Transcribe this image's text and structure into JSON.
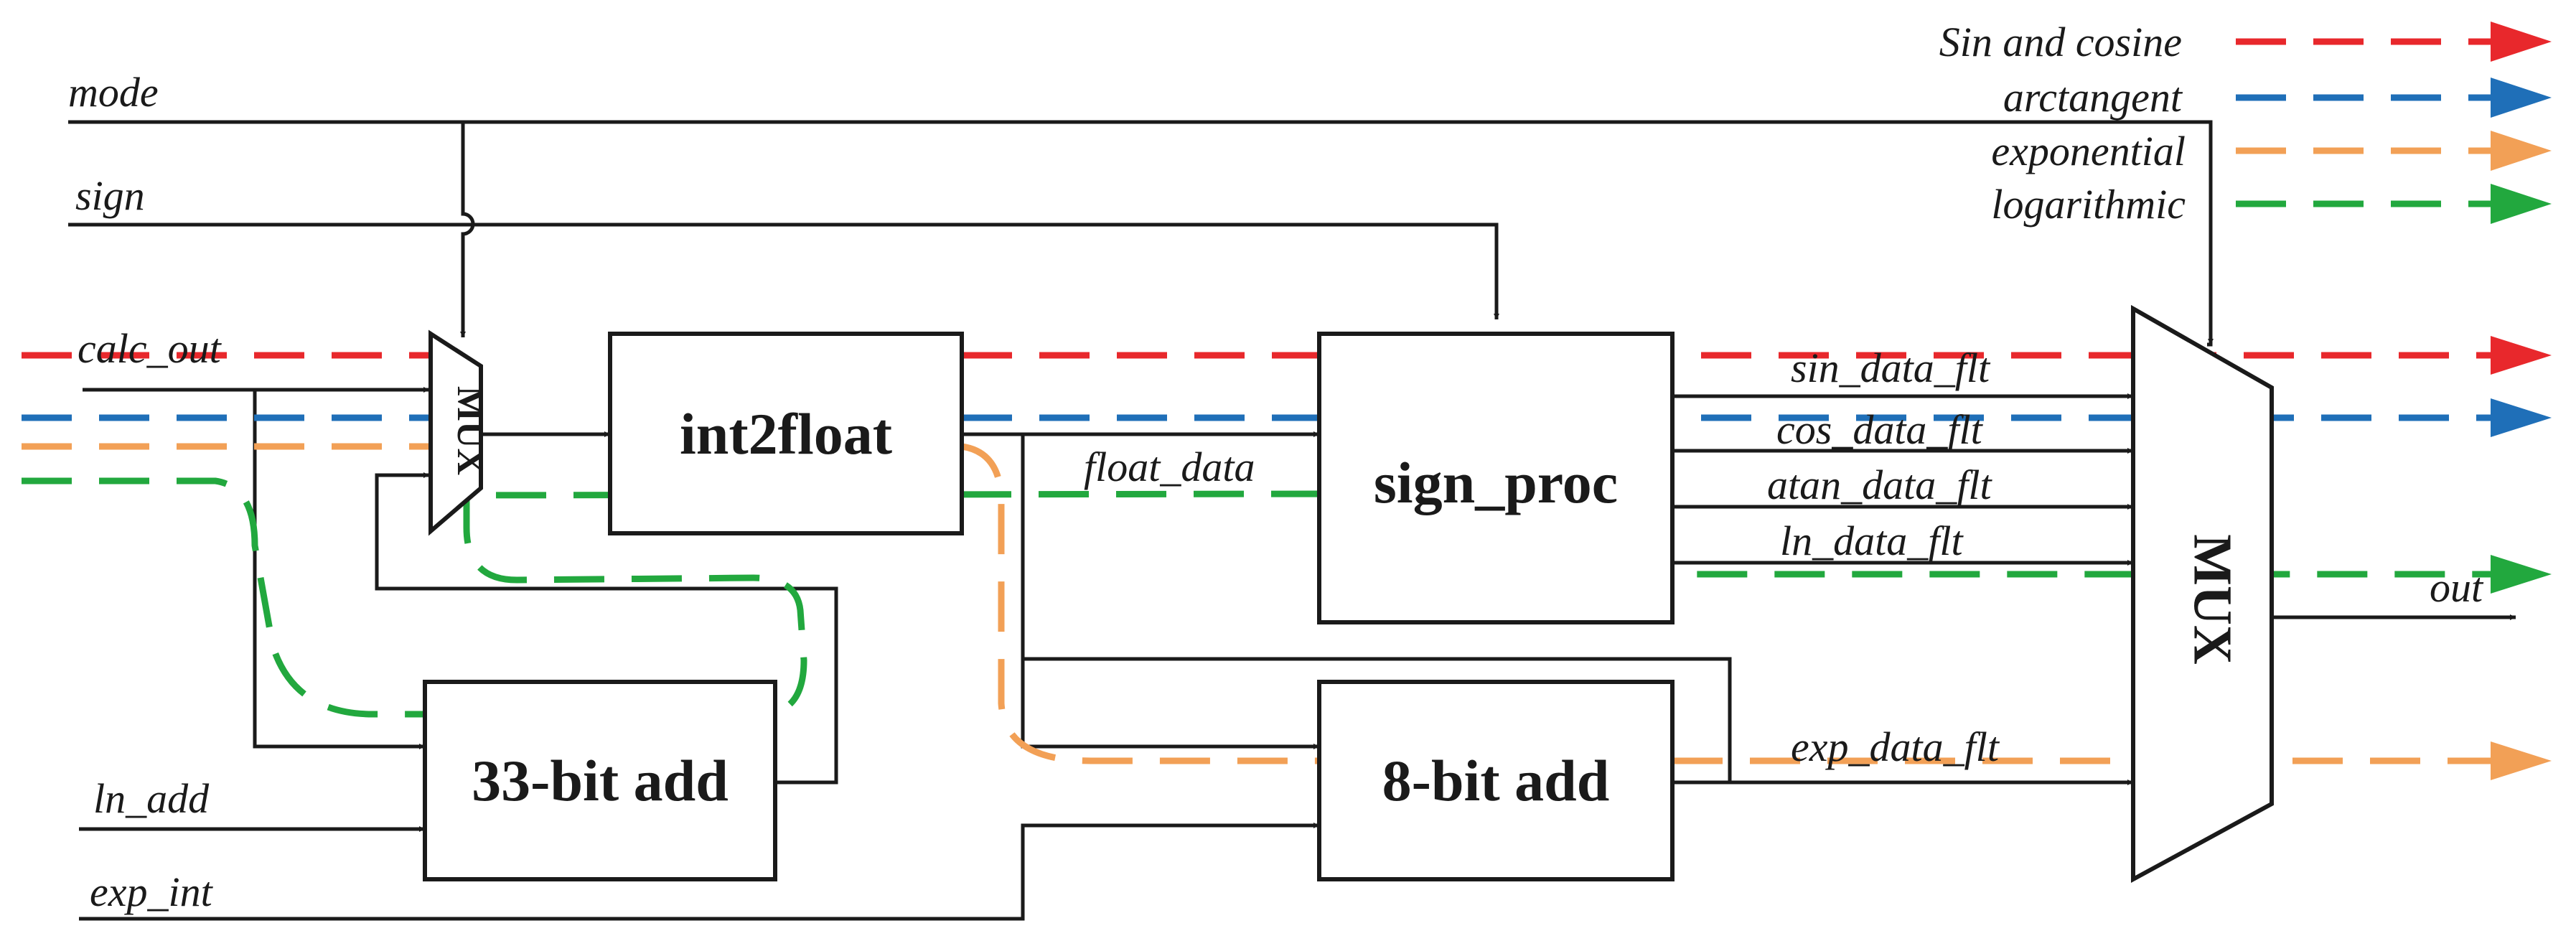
{
  "legend": [
    {
      "label": "Sin and cosine",
      "color": "#e8282c"
    },
    {
      "label": "arctangent",
      "color": "#1f6fb8"
    },
    {
      "label": "exponential",
      "color": "#f2a056"
    },
    {
      "label": "logarithmic",
      "color": "#22a83e"
    }
  ],
  "inputs": {
    "mode": "mode",
    "sign": "sign",
    "calc_out": "calc_out",
    "ln_add": "ln_add",
    "exp_int": "exp_int"
  },
  "blocks": {
    "mux_in": "MUX",
    "int2float": "int2float",
    "sign_proc": "sign_proc",
    "add33": "33-bit add",
    "add8": "8-bit add",
    "mux_out": "MUX"
  },
  "signals": {
    "float_data": "float_data",
    "sin_data_flt": "sin_data_flt",
    "cos_data_flt": "cos_data_flt",
    "atan_data_flt": "atan_data_flt",
    "ln_data_flt": "ln_data_flt",
    "exp_data_flt": "exp_data_flt",
    "out": "out"
  }
}
